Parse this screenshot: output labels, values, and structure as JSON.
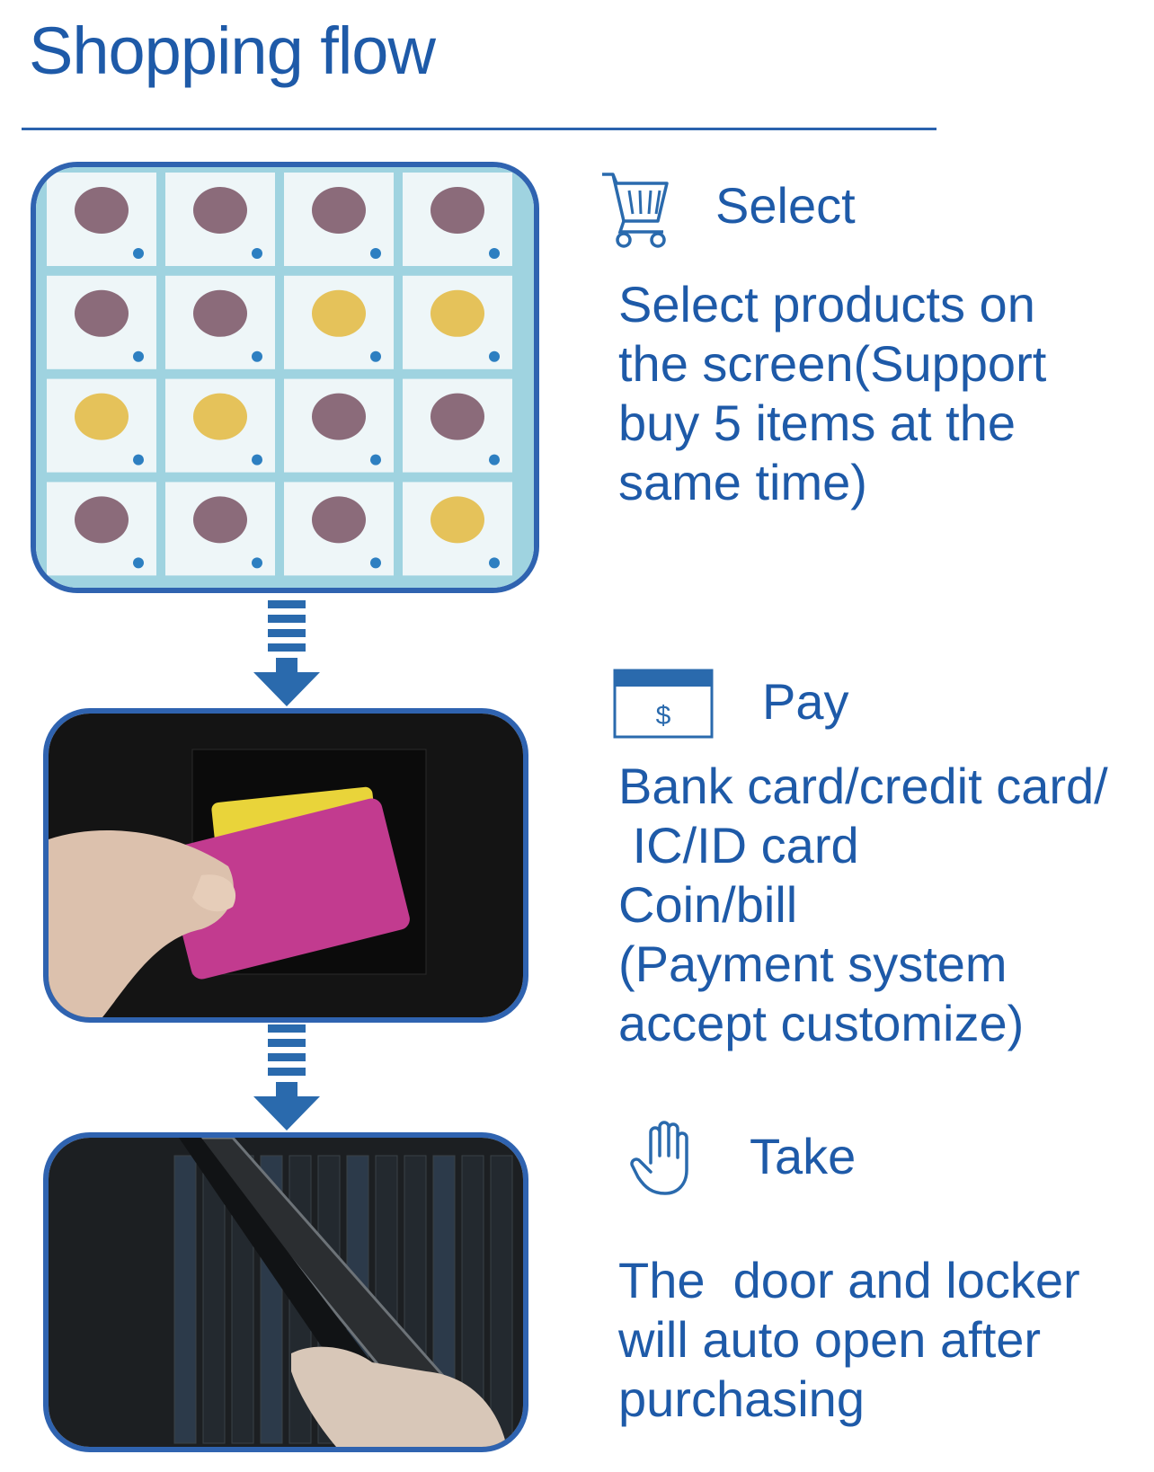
{
  "title": "Shopping flow",
  "steps": [
    {
      "icon": "shopping-cart-icon",
      "label": "Select",
      "description": "Select products on\nthe screen(Support\nbuy 5 items at the\nsame time)"
    },
    {
      "icon": "dollar-card-icon",
      "label": "Pay",
      "description": "Bank card/credit card/\n IC/ID card\nCoin/bill\n(Payment system\naccept customize)"
    },
    {
      "icon": "hand-icon",
      "label": "Take",
      "description": "The  door and locker\nwill auto open after\npurchasing"
    }
  ],
  "colors": {
    "accent": "#1e5aa8",
    "frame": "#2f63b0",
    "arrow": "#2a6aad"
  }
}
